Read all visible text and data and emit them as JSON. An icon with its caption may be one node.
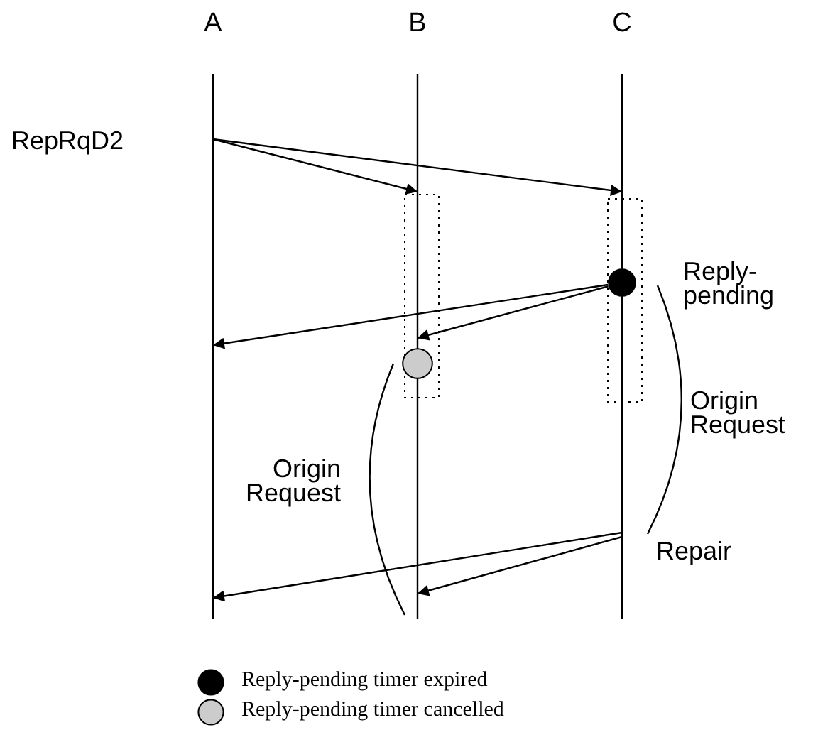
{
  "diagram": {
    "nodes": [
      {
        "text": [
          "A"
        ]
      },
      {
        "text": [
          "B"
        ]
      },
      {
        "text": [
          "C"
        ]
      },
      {
        "text": [],
        "shape": "circle"
      },
      {
        "text": [],
        "shape": "circle"
      }
    ],
    "edges": [
      {
        "from": 0,
        "to": 1,
        "arrow": "to"
      },
      {
        "from": 0,
        "to": 2,
        "arrow": "to"
      },
      {
        "from": 3,
        "to": 0,
        "arrow": "to"
      },
      {
        "from": 3,
        "to": 1,
        "arrow": "to"
      },
      {
        "from": 2,
        "to": 0,
        "arrow": "to"
      },
      {
        "from": 2,
        "to": 1,
        "arrow": "to"
      }
    ],
    "labels": [
      "RepRqD2",
      "Reply-pending",
      "Origin Request",
      "Origin Request",
      "Repair"
    ],
    "legend": [
      {
        "text": "Reply-pending timer expired",
        "color": "#000000"
      },
      {
        "text": "Reply-pending timer cancelled",
        "color": "#cccccc"
      }
    ]
  }
}
